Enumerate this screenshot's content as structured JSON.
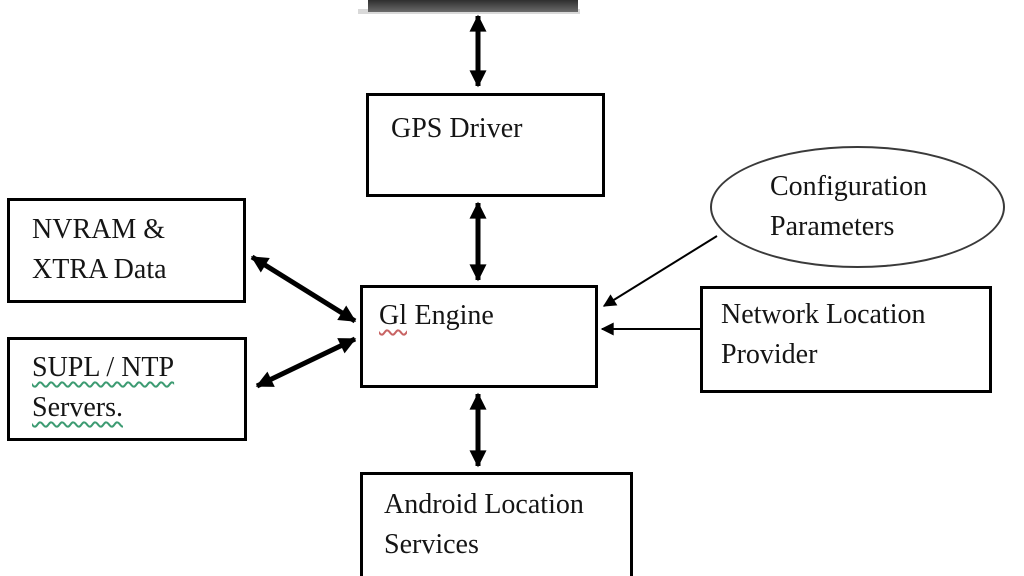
{
  "colors": {
    "ink": "#000000",
    "spellcheck_red": "#c86464",
    "grammar_green": "#3d9b72",
    "hardware_bar_dark": "#2e2e2e",
    "hardware_bar_light": "#6a6a6a"
  },
  "nodes": {
    "gps_driver": {
      "label": "GPS Driver"
    },
    "nvram": {
      "line1": "NVRAM &",
      "line2": "XTRA Data"
    },
    "supl": {
      "line1": "SUPL / NTP",
      "line2": "Servers."
    },
    "gl_engine": {
      "word_misspelled": "Gl",
      "word_rest": "Engine"
    },
    "config_params": {
      "line1": "Configuration",
      "line2": "Parameters"
    },
    "network_provider": {
      "line1": "Network Location",
      "line2": "Provider"
    },
    "android_services": {
      "line1": "Android Location",
      "line2": "Services"
    }
  }
}
